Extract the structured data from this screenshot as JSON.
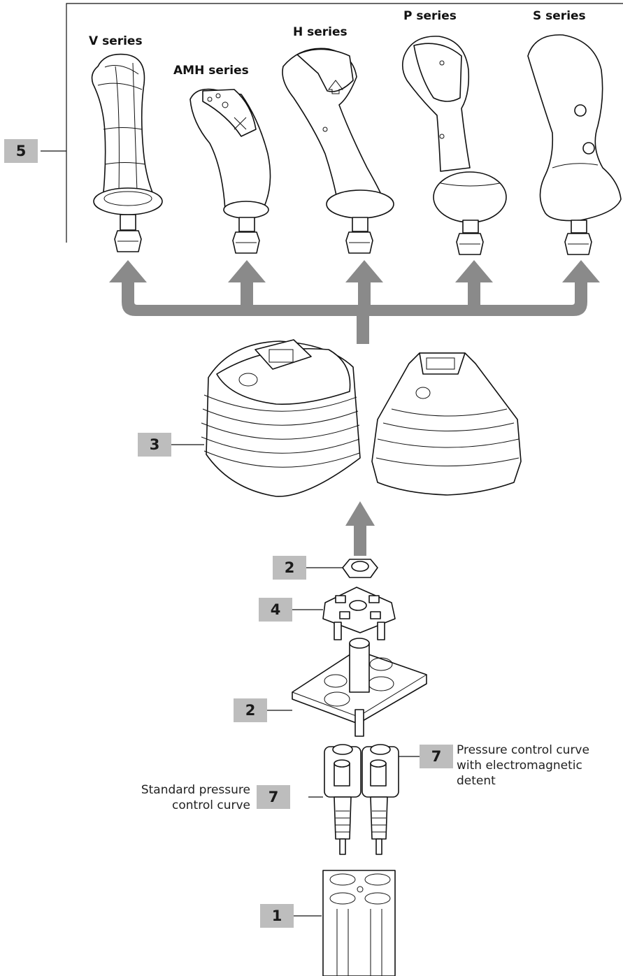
{
  "series_labels": [
    {
      "id": "v",
      "text": "V series"
    },
    {
      "id": "amh",
      "text": "AMH series"
    },
    {
      "id": "h",
      "text": "H series"
    },
    {
      "id": "p",
      "text": "P series"
    },
    {
      "id": "s",
      "text": "S series"
    }
  ],
  "callouts": {
    "handles": "5",
    "boots": "3",
    "nut": "2",
    "plate": "4",
    "cardan": "2",
    "pressure_em": "7",
    "pressure_std": "7",
    "housing": "1"
  },
  "notes": {
    "em_curve": [
      "Pressure control curve",
      "with electromagnetic",
      "detent"
    ],
    "std_curve": [
      "Standard pressure",
      "control curve"
    ]
  },
  "colors": {
    "arrow": "#8a8a8a",
    "badge": "#bdbdbd",
    "line": "#111111"
  }
}
